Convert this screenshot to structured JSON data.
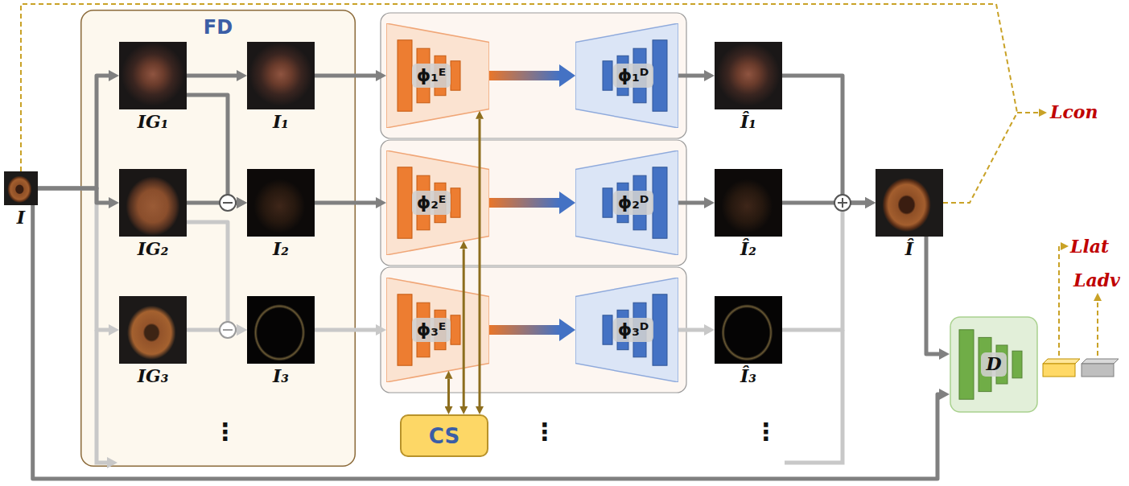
{
  "diagram": {
    "nodes": [
      {
        "text": [
          "I"
        ]
      },
      {
        "text": [
          "FD"
        ]
      },
      {
        "text": [
          "IG₁"
        ],
        "in": 1
      },
      {
        "text": [
          "I₁"
        ],
        "in": 1
      },
      {
        "text": [
          "IG₂"
        ],
        "in": 1
      },
      {
        "text": [
          "I₂"
        ],
        "in": 1
      },
      {
        "text": [
          "IG₃"
        ],
        "in": 1
      },
      {
        "text": [
          "I₃"
        ],
        "in": 1
      },
      {
        "text": [
          "ϕ₁ᴱ"
        ]
      },
      {
        "text": [
          "ϕ₁ᴰ"
        ]
      },
      {
        "text": [
          "ϕ₂ᴱ"
        ]
      },
      {
        "text": [
          "ϕ₂ᴰ"
        ]
      },
      {
        "text": [
          "ϕ₃ᴱ"
        ]
      },
      {
        "text": [
          "ϕ₃ᴰ"
        ]
      },
      {
        "text": [
          "CS"
        ]
      },
      {
        "text": [
          "Î₁"
        ]
      },
      {
        "text": [
          "Î₂"
        ]
      },
      {
        "text": [
          "Î₃"
        ]
      },
      {
        "text": [
          "Î"
        ]
      },
      {
        "text": [
          "D"
        ]
      }
    ],
    "edges": [
      {
        "from": 0,
        "to": 2,
        "arrow": "to"
      },
      {
        "from": 0,
        "to": 4,
        "arrow": "to"
      },
      {
        "from": 0,
        "to": 6,
        "arrow": "to"
      },
      {
        "from": 0,
        "to": 19,
        "arrow": "to"
      },
      {
        "from": 2,
        "to": 3,
        "arrow": "to"
      },
      {
        "from": 2,
        "to": 5,
        "arrow": "to"
      },
      {
        "from": 4,
        "to": 5,
        "arrow": "to"
      },
      {
        "from": 4,
        "to": 7,
        "arrow": "to"
      },
      {
        "from": 6,
        "to": 7,
        "arrow": "to"
      },
      {
        "from": 3,
        "to": 8,
        "arrow": "to"
      },
      {
        "from": 5,
        "to": 10,
        "arrow": "to"
      },
      {
        "from": 7,
        "to": 12,
        "arrow": "to"
      },
      {
        "from": 8,
        "to": 9,
        "arrow": "to"
      },
      {
        "from": 10,
        "to": 11,
        "arrow": "to"
      },
      {
        "from": 12,
        "to": 13,
        "arrow": "to"
      },
      {
        "from": 9,
        "to": 15,
        "arrow": "to"
      },
      {
        "from": 11,
        "to": 16,
        "arrow": "to"
      },
      {
        "from": 13,
        "to": 17,
        "arrow": "to"
      },
      {
        "from": 15,
        "to": 18,
        "arrow": "to"
      },
      {
        "from": 16,
        "to": 18,
        "arrow": "to"
      },
      {
        "from": 17,
        "to": 18,
        "arrow": "to"
      },
      {
        "from": 18,
        "to": 19,
        "arrow": "to"
      },
      {
        "from": 14,
        "to": 8,
        "arrow": "both"
      },
      {
        "from": 14,
        "to": 10,
        "arrow": "both"
      },
      {
        "from": 14,
        "to": 12,
        "arrow": "both"
      }
    ],
    "labels": [
      "⋮",
      "⋮",
      "⋮",
      "Lcon",
      "Llat",
      "Ladv"
    ]
  }
}
